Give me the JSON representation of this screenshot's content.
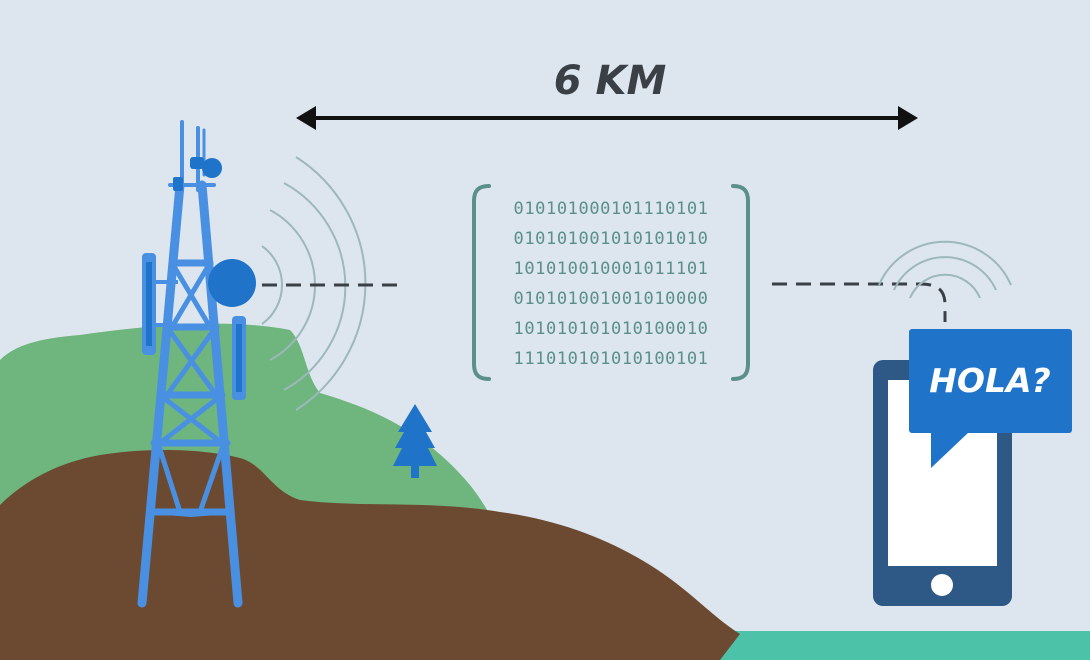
{
  "distance": {
    "label": "6 KM"
  },
  "binary_payload": {
    "rows": [
      "010101000101110101",
      "010101001010101010",
      "101010010001011101",
      "010101001001010000",
      "101010101010100010",
      "111010101010100101"
    ]
  },
  "speech_bubble": {
    "text": "HOLA?"
  },
  "icons": [
    "cell-tower-icon",
    "radio-wave-icon",
    "pine-tree-icon",
    "smartphone-icon",
    "speech-bubble-icon",
    "double-headed-arrow-icon"
  ],
  "colors": {
    "sky": "#dde6ee",
    "hill_green": "#6fb57e",
    "hill_brown": "#6b4a31",
    "tower_blue": "#4a90e2",
    "accent_blue": "#1f73c9",
    "phone_body": "#2e5885",
    "water": "#4cc3a9",
    "wave_gray": "#9cb8bc",
    "binary_teal": "#5a8f8a"
  }
}
